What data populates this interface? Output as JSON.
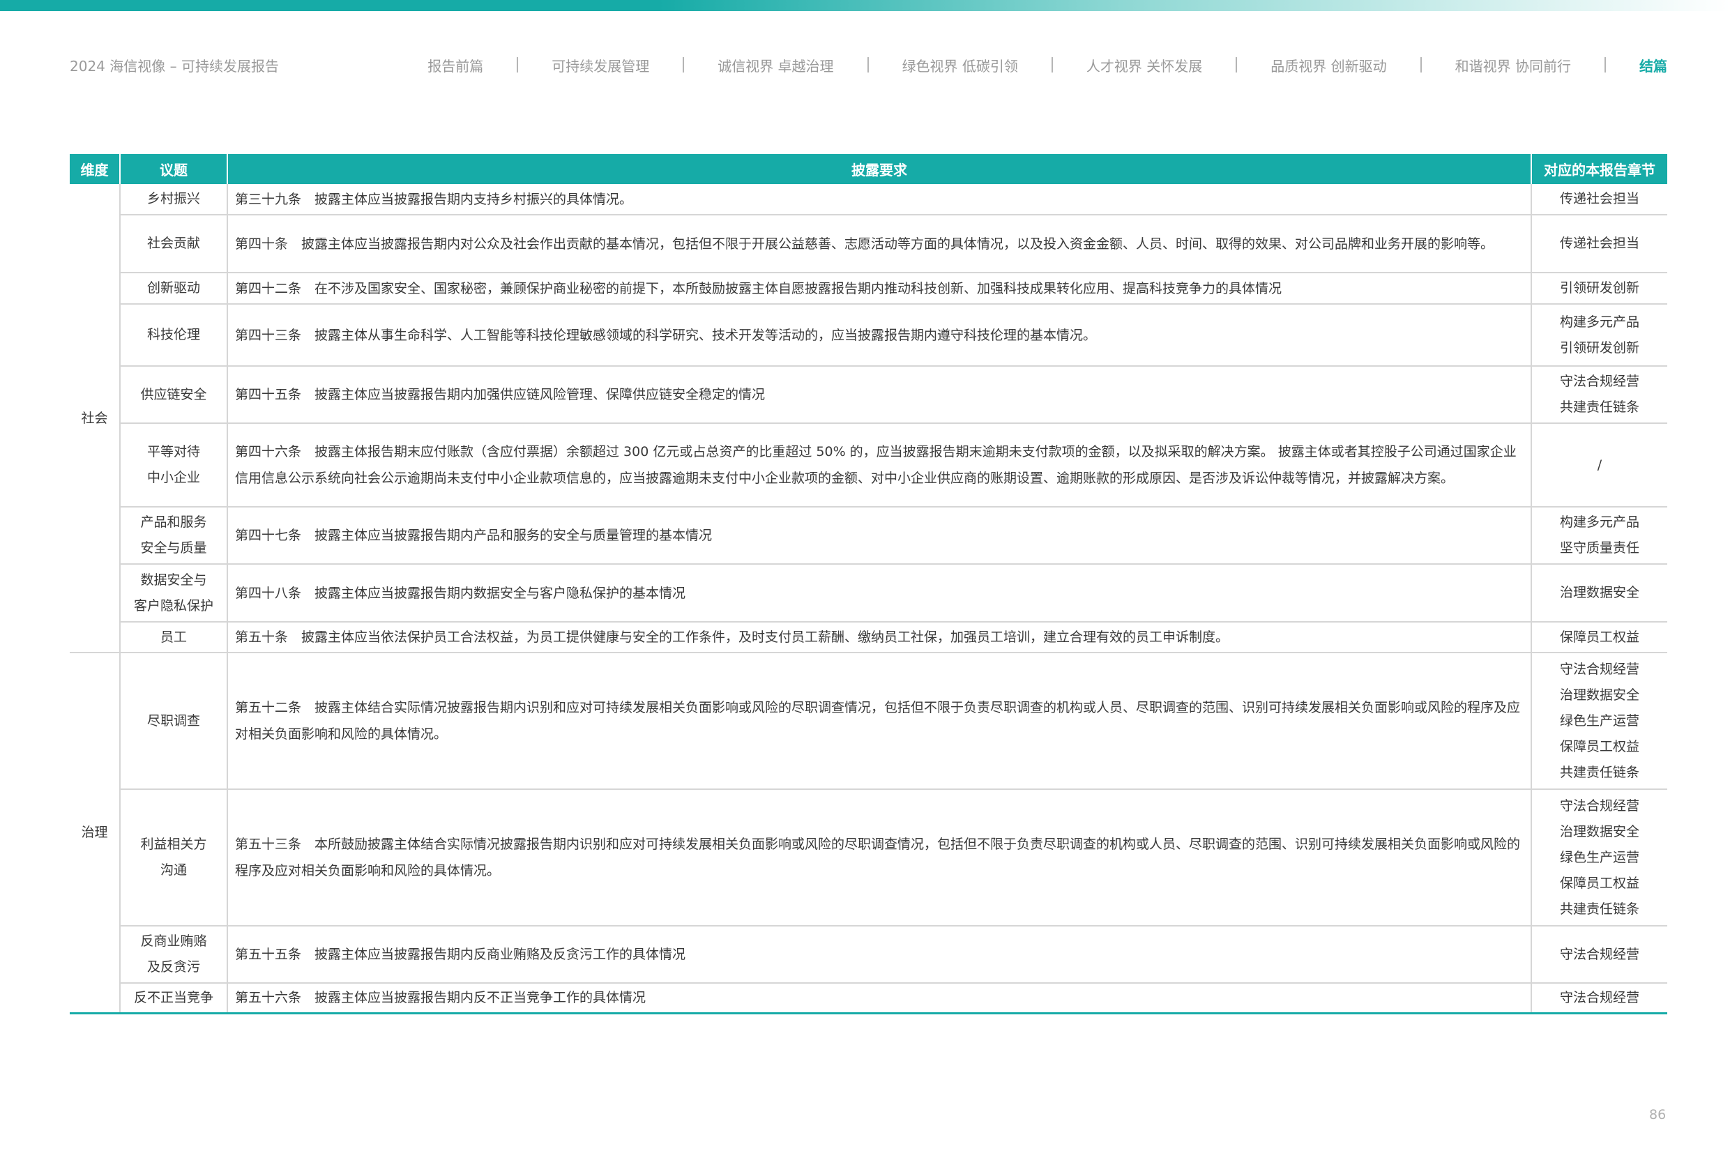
{
  "header": {
    "report_title": "2024 海信视像 – 可持续发展报告",
    "nav": [
      "报告前篇",
      "可持续发展管理",
      "诚信视界 卓越治理",
      "绿色视界 低碳引领",
      "人才视界 关怀发展",
      "品质视界 创新驱动",
      "和谐视界 协同前行",
      "结篇"
    ],
    "active_nav": "结篇"
  },
  "colors": {
    "accent": "#16aba7"
  },
  "table": {
    "headers": [
      "维度",
      "议题",
      "披露要求",
      "对应的本报告章节"
    ],
    "groups": [
      {
        "dimension": "社会",
        "rows": [
          {
            "topic": [
              "乡村振兴"
            ],
            "requirement": "第三十九条　披露主体应当披露报告期内支持乡村振兴的具体情况。",
            "chapters": [
              "传递社会担当"
            ],
            "h": 44
          },
          {
            "topic": [
              "社会贡献"
            ],
            "requirement": "第四十条　披露主体应当披露报告期内对公众及社会作出贡献的基本情况，包括但不限于开展公益慈善、志愿活动等方面的具体情况，以及投入资金金额、人员、时间、取得的效果、对公司品牌和业务开展的影响等。",
            "chapters": [
              "传递社会担当"
            ],
            "h": 83
          },
          {
            "topic": [
              "创新驱动"
            ],
            "requirement": "第四十二条　在不涉及国家安全、国家秘密，兼顾保护商业秘密的前提下，本所鼓励披露主体自愿披露报告期内推动科技创新、加强科技成果转化应用、提高科技竞争力的具体情况",
            "chapters": [
              "引领研发创新"
            ],
            "h": 45
          },
          {
            "topic": [
              "科技伦理"
            ],
            "requirement": "第四十三条　披露主体从事生命科学、人工智能等科技伦理敏感领域的科学研究、技术开发等活动的，应当披露报告期内遵守科技伦理的基本情况。",
            "chapters": [
              "构建多元产品",
              "引领研发创新"
            ],
            "h": 89
          },
          {
            "topic": [
              "供应链安全"
            ],
            "requirement": "第四十五条　披露主体应当披露报告期内加强供应链风险管理、保障供应链安全稳定的情况",
            "chapters": [
              "守法合规经营",
              "共建责任链条"
            ],
            "h": 82
          },
          {
            "topic": [
              "平等对待",
              "中小企业"
            ],
            "requirement": "第四十六条　披露主体报告期末应付账款（含应付票据）余额超过 300 亿元或占总资产的比重超过 50% 的，应当披露报告期末逾期未支付款项的金额，以及拟采取的解决方案。 披露主体或者其控股子公司通过国家企业信用信息公示系统向社会公示逾期尚未支付中小企业款项信息的，应当披露逾期未支付中小企业款项的金额、对中小企业供应商的账期设置、逾期账款的形成原因、是否涉及诉讼仲裁等情况，并披露解决方案。",
            "chapters": [
              "/"
            ],
            "h": 120
          },
          {
            "topic": [
              "产品和服务",
              "安全与质量"
            ],
            "requirement": "第四十七条　披露主体应当披露报告期内产品和服务的安全与质量管理的基本情况",
            "chapters": [
              "构建多元产品",
              "坚守质量责任"
            ],
            "h": 82
          },
          {
            "topic": [
              "数据安全与",
              "客户隐私保护"
            ],
            "requirement": "第四十八条　披露主体应当披露报告期内数据安全与客户隐私保护的基本情况",
            "chapters": [
              "治理数据安全"
            ],
            "h": 83
          },
          {
            "topic": [
              "员工"
            ],
            "requirement": "第五十条　披露主体应当依法保护员工合法权益，为员工提供健康与安全的工作条件，及时支付员工薪酬、缴纳员工社保，加强员工培训，建立合理有效的员工申诉制度。",
            "chapters": [
              "保障员工权益"
            ],
            "h": 44
          }
        ]
      },
      {
        "dimension": "治理",
        "rows": [
          {
            "topic": [
              "尽职调查"
            ],
            "requirement": "第五十二条　披露主体结合实际情况披露报告期内识别和应对可持续发展相关负面影响或风险的尽职调查情况，包括但不限于负责尽职调查的机构或人员、尽职调查的范围、识别可持续发展相关负面影响或风险的程序及应对相关负面影响和风险的具体情况。",
            "chapters": [
              "守法合规经营",
              "治理数据安全",
              "绿色生产运营",
              "保障员工权益",
              "共建责任链条"
            ],
            "h": 196
          },
          {
            "topic": [
              "利益相关方",
              "沟通"
            ],
            "requirement": "第五十三条　本所鼓励披露主体结合实际情况披露报告期内识别和应对可持续发展相关负面影响或风险的尽职调查情况，包括但不限于负责尽职调查的机构或人员、尽职调查的范围、识别可持续发展相关负面影响或风险的程序及应对相关负面影响和风险的具体情况。",
            "chapters": [
              "守法合规经营",
              "治理数据安全",
              "绿色生产运营",
              "保障员工权益",
              "共建责任链条"
            ],
            "h": 196
          },
          {
            "topic": [
              "反商业贿赂",
              "及反贪污"
            ],
            "requirement": "第五十五条　披露主体应当披露报告期内反商业贿赂及反贪污工作的具体情况",
            "chapters": [
              "守法合规经营"
            ],
            "h": 82
          },
          {
            "topic": [
              "反不正当竞争"
            ],
            "requirement": "第五十六条　披露主体应当披露报告期内反不正当竞争工作的具体情况",
            "chapters": [
              "守法合规经营"
            ],
            "h": 43
          }
        ]
      }
    ]
  },
  "page_number": "86"
}
